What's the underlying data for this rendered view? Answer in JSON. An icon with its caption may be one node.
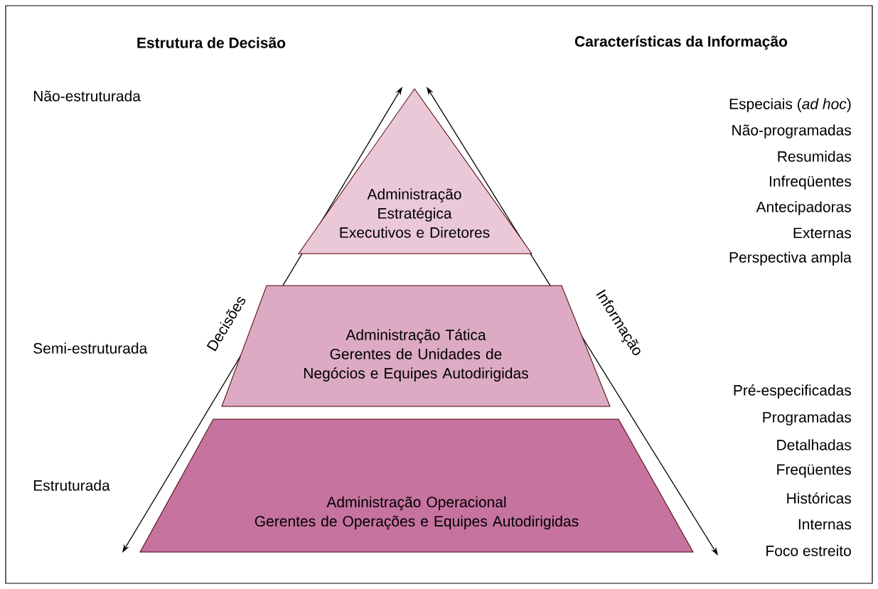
{
  "diagram": {
    "nodes": [
      {
        "text": [
          "Administração Estratégica",
          "Executivos e Diretores"
        ]
      },
      {
        "text": [
          "Administração Tática",
          "Gerentes de Unidades de Negócios e Equipes Autodirigidas"
        ]
      },
      {
        "text": [
          "Administração Operacional",
          "Gerentes de Operações e Equipes Autodirigidas"
        ]
      }
    ],
    "edges": [],
    "labels": [
      "Estrutura de Decisão",
      "Características da Informação",
      "Não-estruturada",
      "Especiais (*ad hoc*)",
      "Não-programadas",
      "Resumidas",
      "Infreqüentes",
      "Antecipadoras",
      "Externas",
      "Perspectiva ampla",
      "Decisões",
      "Informação",
      "Semi-estruturada",
      "Pré-especificadas",
      "Programadas",
      "Detalhadas",
      "Freqüentes",
      "Históricas",
      "Internas",
      "Estruturada",
      "Foco estreito"
    ]
  }
}
